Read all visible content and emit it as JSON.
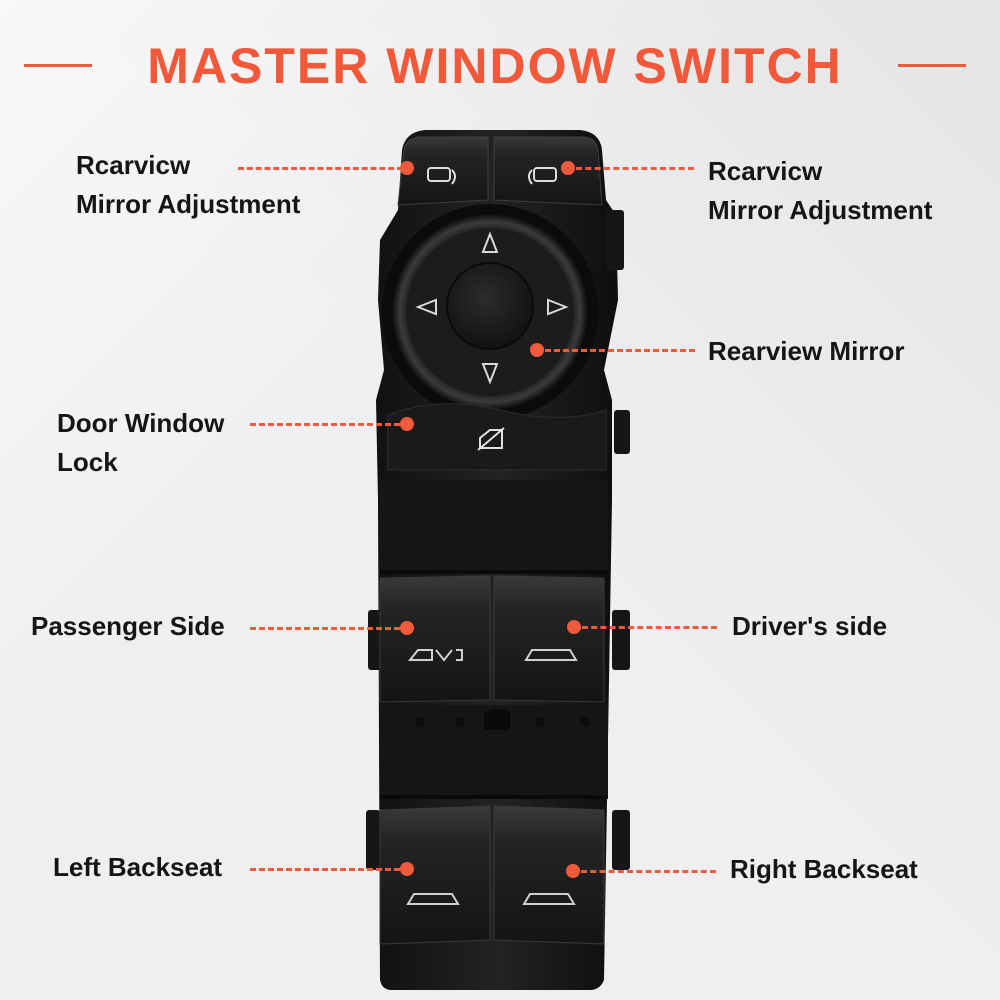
{
  "title": "MASTER WINDOW SWITCH",
  "callouts": {
    "mirror_adjust_left": {
      "line1": "Rcarvicw",
      "line2": "Mirror Adjustment"
    },
    "mirror_adjust_right": {
      "line1": "Rcarvicw",
      "line2": "Mirror Adjustment"
    },
    "rearview_mirror": {
      "text": "Rearview Mirror"
    },
    "door_window_lock": {
      "line1": "Door Window",
      "line2": "Lock"
    },
    "passenger_side": {
      "text": "Passenger Side"
    },
    "drivers_side": {
      "text": "Driver's side"
    },
    "left_backseat": {
      "text": "Left Backseat"
    },
    "right_backseat": {
      "text": "Right Backseat"
    }
  },
  "colors": {
    "accent": "#f15a3c",
    "device": "#1b1b1b",
    "text": "#151515"
  },
  "icons": [
    "mirror-fold-icon",
    "direction-arrow-icon",
    "window-lock-icon",
    "window-switch-icon"
  ]
}
